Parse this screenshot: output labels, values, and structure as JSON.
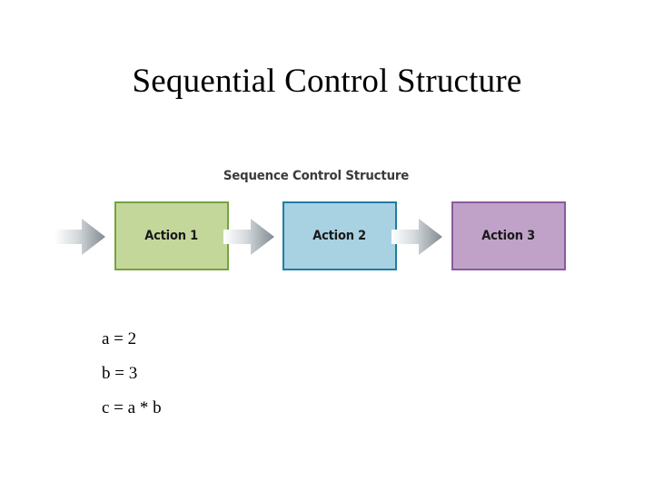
{
  "slide": {
    "title": "Sequential Control Structure",
    "background_color": "#ffffff"
  },
  "diagram": {
    "caption": "Sequence Control Structure",
    "caption_color": "#3b3b3b",
    "arrow_color_light": "#f2f2f2",
    "arrow_color_dark": "#808b91",
    "nodes": [
      {
        "label": "Action 1",
        "fill": "#c4d79b",
        "border": "#76a240"
      },
      {
        "label": "Action 2",
        "fill": "#a8d1e2",
        "border": "#1f7da3"
      },
      {
        "label": "Action 3",
        "fill": "#c0a2c9",
        "border": "#8a5a9e"
      }
    ],
    "arrow_icons": [
      "right-arrow-icon",
      "right-arrow-icon",
      "right-arrow-icon"
    ]
  },
  "body": {
    "lines": [
      "a = 2",
      "b = 3",
      "c = a * b"
    ]
  }
}
